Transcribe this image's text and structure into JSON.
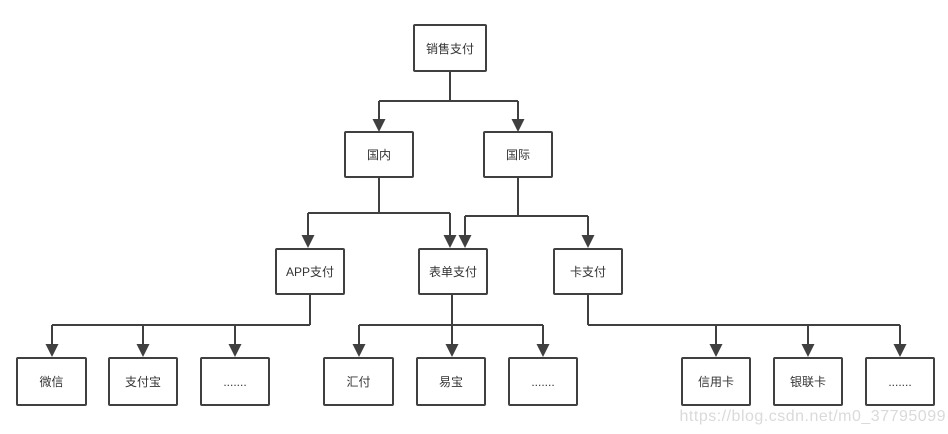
{
  "diagram": {
    "title": "payment-types-flowchart",
    "nodes": {
      "sales_payment": {
        "label": "销售支付"
      },
      "domestic": {
        "label": "国内"
      },
      "international": {
        "label": "国际"
      },
      "app_payment": {
        "label": "APP支付"
      },
      "form_payment": {
        "label": "表单支付"
      },
      "card_payment": {
        "label": "卡支付"
      },
      "wechat": {
        "label": "微信"
      },
      "alipay": {
        "label": "支付宝"
      },
      "app_others": {
        "label": "......."
      },
      "huifu": {
        "label": "汇付"
      },
      "yeepay": {
        "label": "易宝"
      },
      "form_others": {
        "label": "......."
      },
      "credit_card": {
        "label": "信用卡"
      },
      "unionpay_card": {
        "label": "银联卡"
      },
      "card_others": {
        "label": "......."
      }
    },
    "edges": [
      {
        "from": "sales_payment",
        "to": "domestic"
      },
      {
        "from": "sales_payment",
        "to": "international"
      },
      {
        "from": "domestic",
        "to": "app_payment"
      },
      {
        "from": "domestic",
        "to": "form_payment"
      },
      {
        "from": "international",
        "to": "form_payment"
      },
      {
        "from": "international",
        "to": "card_payment"
      },
      {
        "from": "app_payment",
        "to": "wechat"
      },
      {
        "from": "app_payment",
        "to": "alipay"
      },
      {
        "from": "app_payment",
        "to": "app_others"
      },
      {
        "from": "form_payment",
        "to": "huifu"
      },
      {
        "from": "form_payment",
        "to": "yeepay"
      },
      {
        "from": "form_payment",
        "to": "form_others"
      },
      {
        "from": "card_payment",
        "to": "credit_card"
      },
      {
        "from": "card_payment",
        "to": "unionpay_card"
      },
      {
        "from": "card_payment",
        "to": "card_others"
      }
    ],
    "colors": {
      "line": "#404040",
      "box_border": "#404040",
      "text": "#333333",
      "background": "#ffffff",
      "watermark": "#dadada"
    }
  },
  "watermark": {
    "text": "https://blog.csdn.net/m0_37795099"
  }
}
